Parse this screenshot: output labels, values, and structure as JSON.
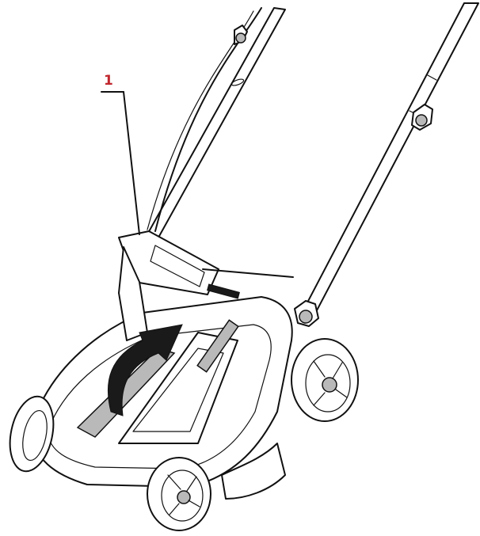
{
  "callout": {
    "number": "1",
    "color": "#c0272d"
  },
  "illustration": {
    "parts": [
      "handle-bar-left",
      "handle-bar-right",
      "wing-nut-icon",
      "grass-box-flap",
      "motor-deck",
      "front-wheel",
      "rear-wheel",
      "lift-arrow-icon"
    ]
  }
}
